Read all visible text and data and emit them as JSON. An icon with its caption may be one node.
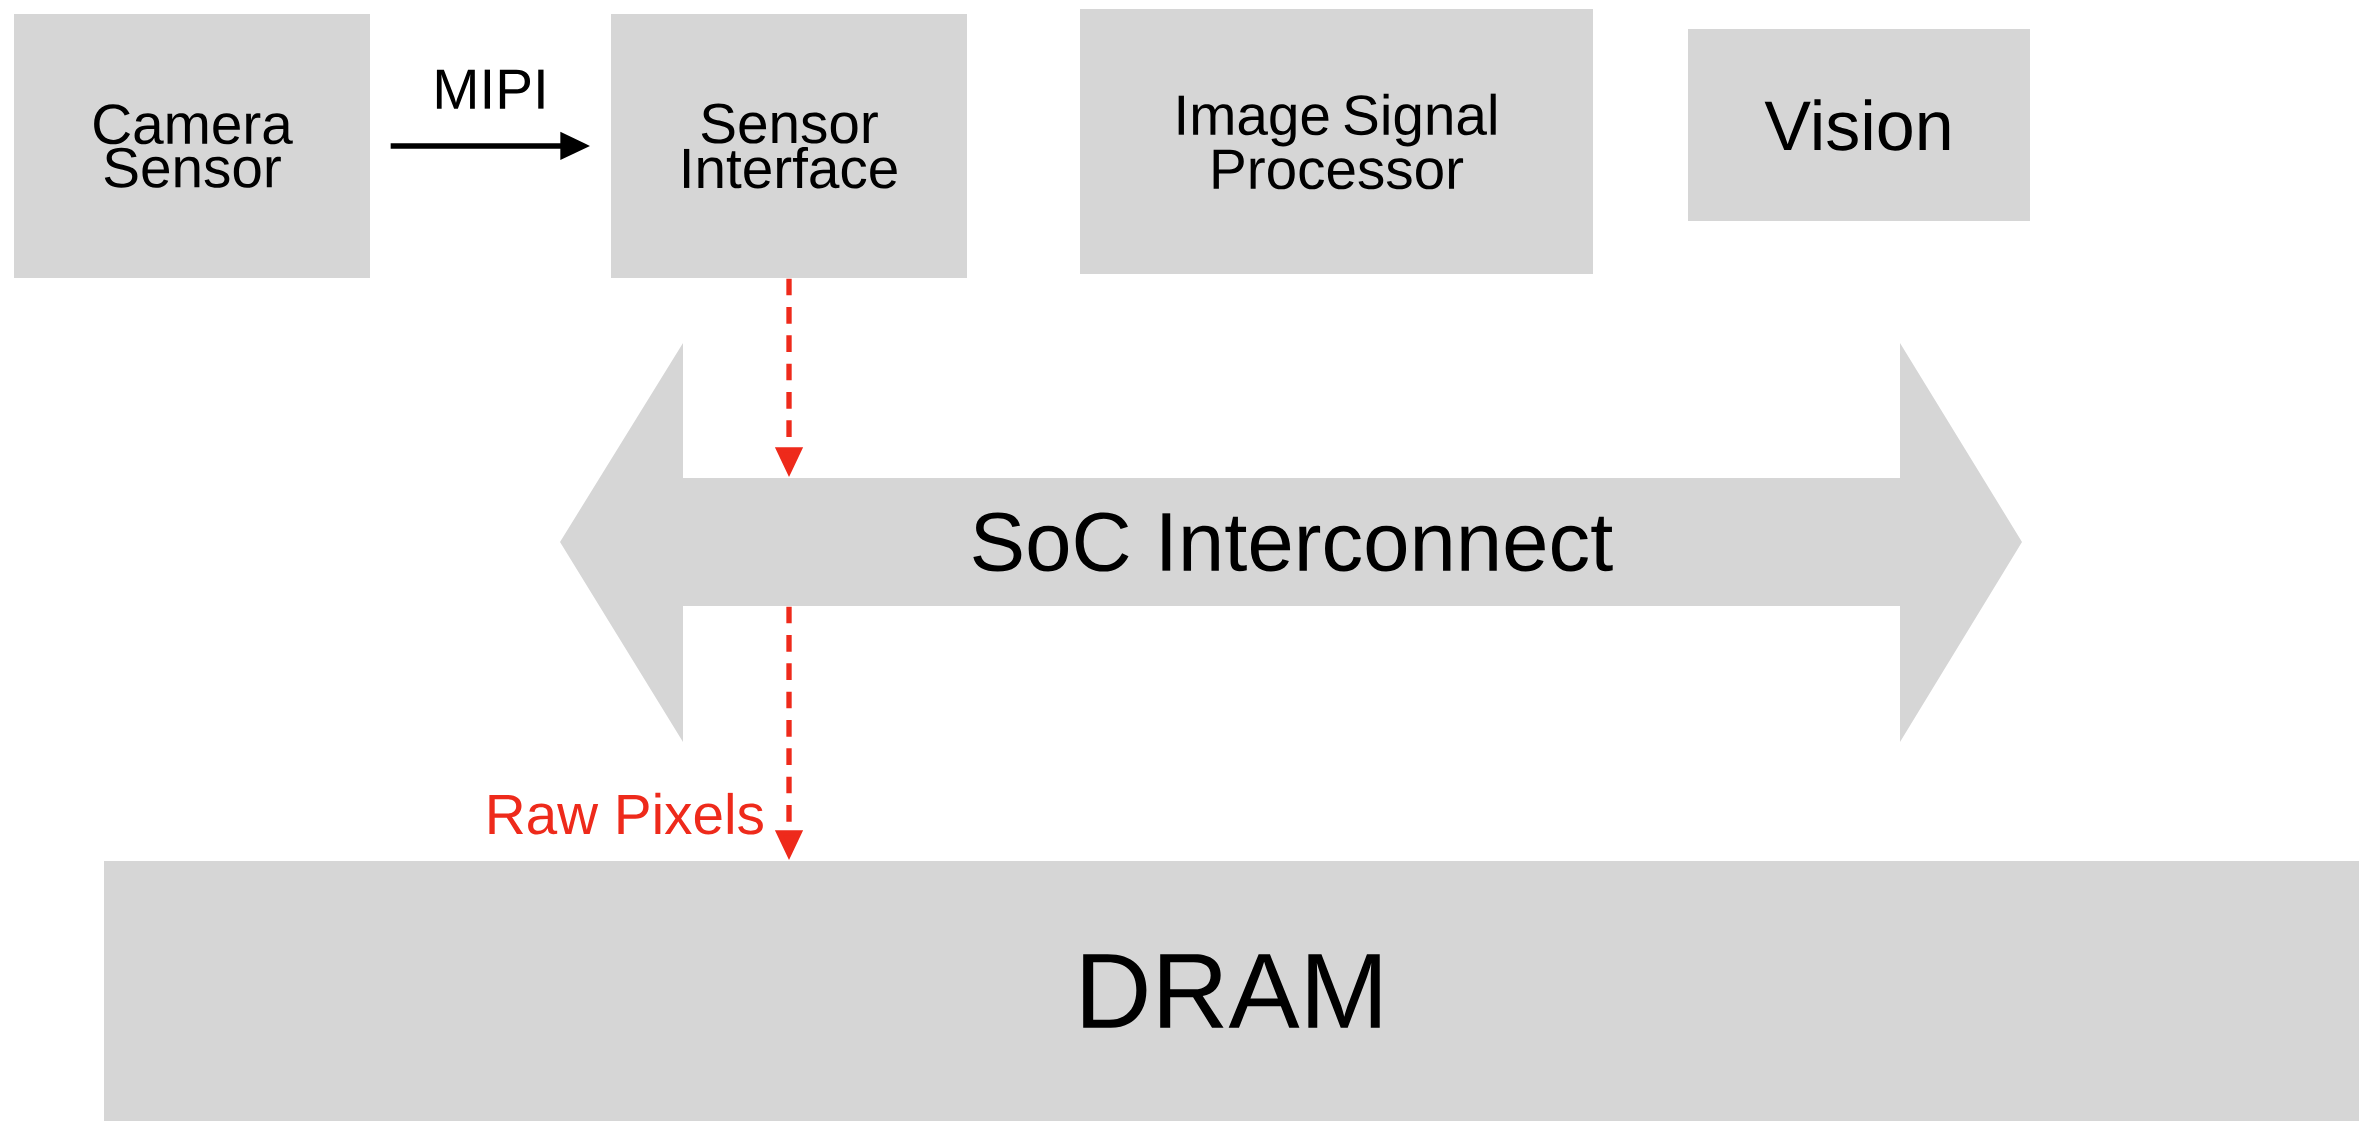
{
  "diagram": {
    "nodes": [
      {
        "text": [
          "Camera Sensor"
        ]
      },
      {
        "text": [
          "Sensor Interface"
        ]
      },
      {
        "text": [
          "Image Signal Processor"
        ]
      },
      {
        "text": [
          "Vision"
        ]
      },
      {
        "text": [
          "SoC Interconnect"
        ]
      },
      {
        "text": [
          "DRAM"
        ]
      }
    ],
    "edges": [
      {
        "from": 0,
        "to": 1,
        "arrow": "to",
        "color": "#000000",
        "label": "MIPI"
      },
      {
        "from": 1,
        "to": 4,
        "arrow": "to",
        "style": "dashed",
        "color": "#ee2a1b"
      },
      {
        "from": 4,
        "to": 5,
        "arrow": "to",
        "style": "dashed",
        "color": "#ee2a1b",
        "label": "Raw Pixels"
      }
    ]
  }
}
